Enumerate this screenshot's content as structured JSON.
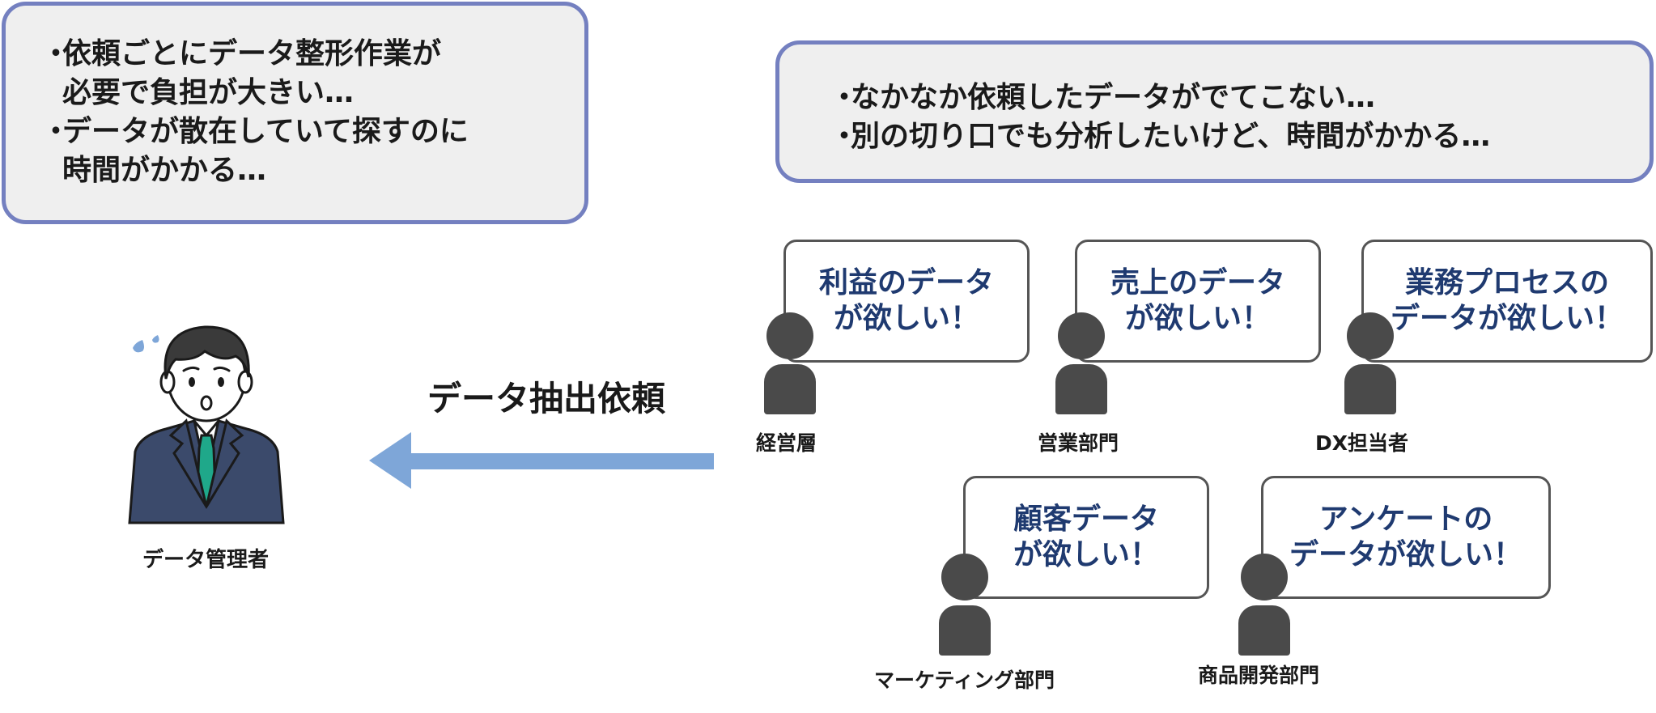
{
  "admin_concerns": {
    "line1": "依頼ごとにデータ整形作業が",
    "line1_cont": "必要で負担が大きい…",
    "line2": "データが散在していて探すのに",
    "line2_cont": "時間がかかる…"
  },
  "user_concerns": {
    "line1": "なかなか依頼したデータがでてこない…",
    "line2": "別の切り口でも分析したいけど、時間がかかる…"
  },
  "bullet": "・",
  "request_label": "データ抽出依頼",
  "admin_label": "データ管理者",
  "requesters": [
    {
      "role": "経営層",
      "request_line1": "利益のデータ",
      "request_line2": "が欲しい！"
    },
    {
      "role": "営業部門",
      "request_line1": "売上のデータ",
      "request_line2": "が欲しい！"
    },
    {
      "role": "DX担当者",
      "request_line1": "業務プロセスの",
      "request_line2": "データが欲しい！"
    },
    {
      "role": "マーケティング部門",
      "request_line1": "顧客データ",
      "request_line2": "が欲しい！"
    },
    {
      "role": "商品開発部門",
      "request_line1": "アンケートの",
      "request_line2": "データが欲しい！"
    }
  ],
  "colors": {
    "box_border": "#7480c0",
    "box_fill": "#efefef",
    "bubble_text": "#1f3a70",
    "arrow": "#7ea6d8",
    "person": "#4a4a4a",
    "suit": "#3b4a6b",
    "tie": "#1fa88a"
  }
}
